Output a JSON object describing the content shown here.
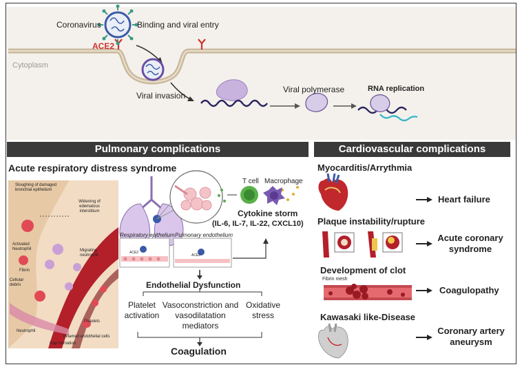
{
  "top": {
    "coronavirus": "Coronavirus",
    "binding": "Binding and viral entry",
    "ace2": "ACE2",
    "cytoplasm": "Cytoplasm",
    "viral_invasion": "Viral invasion",
    "viral_polymerase": "Viral polymerase",
    "rna_replication": "RNA replication"
  },
  "pulmonary": {
    "header": "Pulmonary complications",
    "ards": "Acute respiratory distress syndrome",
    "inset": {
      "sloughing": "Sloughing of damaged bronchial epithelium",
      "widening": "Widening of edematous interstitium",
      "activated_neutrophil": "Activated Neutrophil",
      "migrating_neutrophil": "Migrating neutrophil",
      "fibrin": "Fibrin",
      "cellular_debris": "Cellular debris",
      "platelets": "Platelets",
      "neutrophil": "Neutrophil",
      "inflamed_endothelial": "Inflamed endothelial cells",
      "gap_formation": "Gap formation"
    },
    "t_cell": "T cell",
    "macrophage": "Macrophage",
    "cytokine_title": "Cytokine storm",
    "cytokine_list": "(IL-6, IL-7, IL-22, CXCL10)",
    "resp_epithelium": "Respiratory epithelium",
    "pulm_endothelium": "Pulmonary endothelium",
    "ace2_small_1": "ACE2",
    "ace2_small_2": "ACE2",
    "endothelial_dysfunction": "Endothelial Dysfunction",
    "platelet_line1": "Platelet",
    "platelet_line2": "activation",
    "vaso_line1": "Vasoconstriction and",
    "vaso_line2": "vasodilatation",
    "vaso_line3": "mediators",
    "oxid_line1": "Oxidative",
    "oxid_line2": "stress",
    "coagulation": "Coagulation"
  },
  "cardio": {
    "header": "Cardiovascular complications",
    "myocarditis": "Myocarditis/Arrythmia",
    "heart_failure": "Heart failure",
    "plaque": "Plaque instability/rupture",
    "acs_line1": "Acute coronary",
    "acs_line2": "syndrome",
    "clot": "Development of clot",
    "fibrin_mesh": "Fibrin mesh",
    "coagulopathy": "Coagulopathy",
    "kawasaki": "Kawasaki like-Disease",
    "caa_line1": "Coronary artery",
    "caa_line2": "aneurysm"
  },
  "colors": {
    "header_bg": "#3a3a3a",
    "top_bg": "#f4f1ec",
    "membrane": "#c9b79a",
    "ace2_red": "#d0312d",
    "virus_blue": "#3a5aa8",
    "rna_purple": "#5a3a8c",
    "rna_teal": "#3ab7c8",
    "vessel_red": "#b3202a"
  }
}
